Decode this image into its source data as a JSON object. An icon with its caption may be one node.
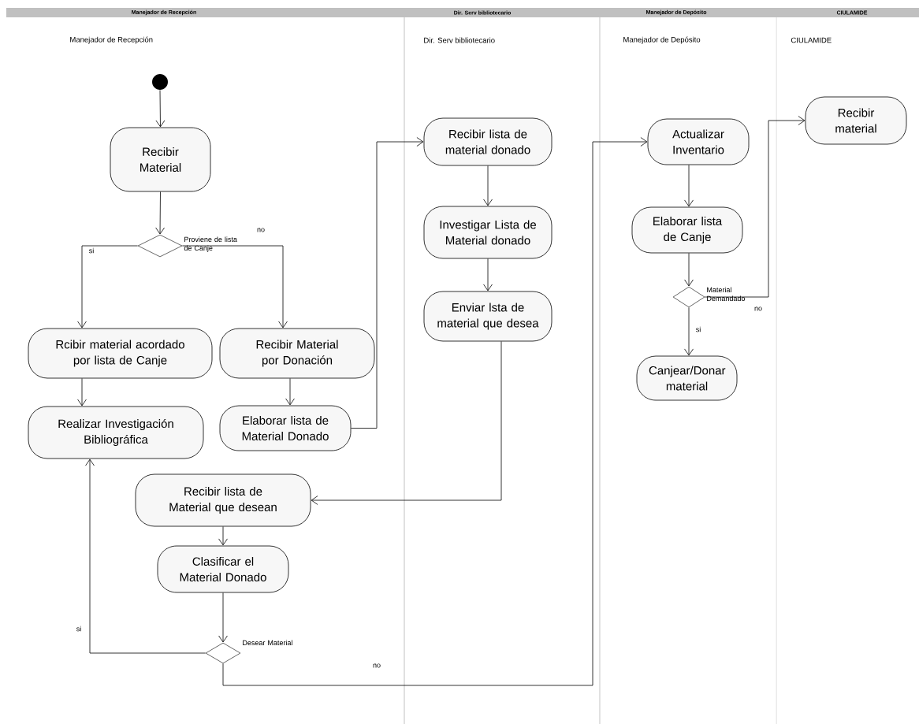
{
  "diagram": {
    "nodes": [
      {
        "text": [],
        "shape": "circle"
      },
      {
        "text": [
          "Recibir Material"
        ]
      },
      {
        "text": [],
        "shape": "diamond",
        "beside": [
          "Proviene de lista de Canje"
        ]
      },
      {
        "text": [
          "Rcibir material acordado por lista de Canje"
        ]
      },
      {
        "text": [
          "Recibir Material por Donación"
        ]
      },
      {
        "text": [
          "Realizar Investigación Bibliográfica"
        ]
      },
      {
        "text": [
          "Elaborar lista de Material Donado"
        ]
      },
      {
        "text": [
          "Recibir lista de material donado"
        ]
      },
      {
        "text": [
          "Investigar Lista de Material donado"
        ]
      },
      {
        "text": [
          "Enviar lsta de material que desea"
        ]
      },
      {
        "text": [
          "Recibir lista de Material que desean"
        ]
      },
      {
        "text": [
          "Clasificar el Material Donado"
        ]
      },
      {
        "text": [],
        "shape": "diamond",
        "beside": [
          "Desear Material"
        ]
      },
      {
        "text": [
          "Actualizar Inventario"
        ]
      },
      {
        "text": [
          "Elaborar lista de Canje"
        ]
      },
      {
        "text": [],
        "shape": "diamond",
        "beside": [
          "Material Demandado"
        ]
      },
      {
        "text": [
          "Canjear/Donar material"
        ]
      },
      {
        "text": [
          "Recibir material"
        ]
      }
    ],
    "edges": [
      {
        "from": 0,
        "to": 1,
        "arrow": "to"
      },
      {
        "from": 1,
        "to": 2,
        "arrow": "to"
      },
      {
        "from": 2,
        "to": 3,
        "arrow": "to",
        "label": "si"
      },
      {
        "from": 2,
        "to": 4,
        "arrow": "to",
        "label": "no"
      },
      {
        "from": 3,
        "to": 5,
        "arrow": "to"
      },
      {
        "from": 4,
        "to": 6,
        "arrow": "to"
      },
      {
        "from": 6,
        "to": 7,
        "arrow": "to"
      },
      {
        "from": 7,
        "to": 8,
        "arrow": "to"
      },
      {
        "from": 8,
        "to": 9,
        "arrow": "to"
      },
      {
        "from": 9,
        "to": 10,
        "arrow": "to"
      },
      {
        "from": 10,
        "to": 11,
        "arrow": "to"
      },
      {
        "from": 11,
        "to": 12,
        "arrow": "to"
      },
      {
        "from": 12,
        "to": 5,
        "arrow": "to",
        "label": "si"
      },
      {
        "from": 12,
        "to": 13,
        "arrow": "to",
        "label": "no"
      },
      {
        "from": 13,
        "to": 14,
        "arrow": "to"
      },
      {
        "from": 14,
        "to": 15,
        "arrow": "to"
      },
      {
        "from": 15,
        "to": 16,
        "arrow": "to",
        "label": "si"
      },
      {
        "from": 15,
        "to": 17,
        "arrow": "to",
        "label": "no"
      }
    ],
    "labels": [
      "Manejador de Recepción",
      "Dir. Serv bibliotecario",
      "Manejador de Depósito",
      "CIULAMIDE",
      "Manejador de Recepción",
      "Dir. Serv bibliotecario",
      "Manejador de Depósito",
      "CIULAMIDE"
    ]
  }
}
